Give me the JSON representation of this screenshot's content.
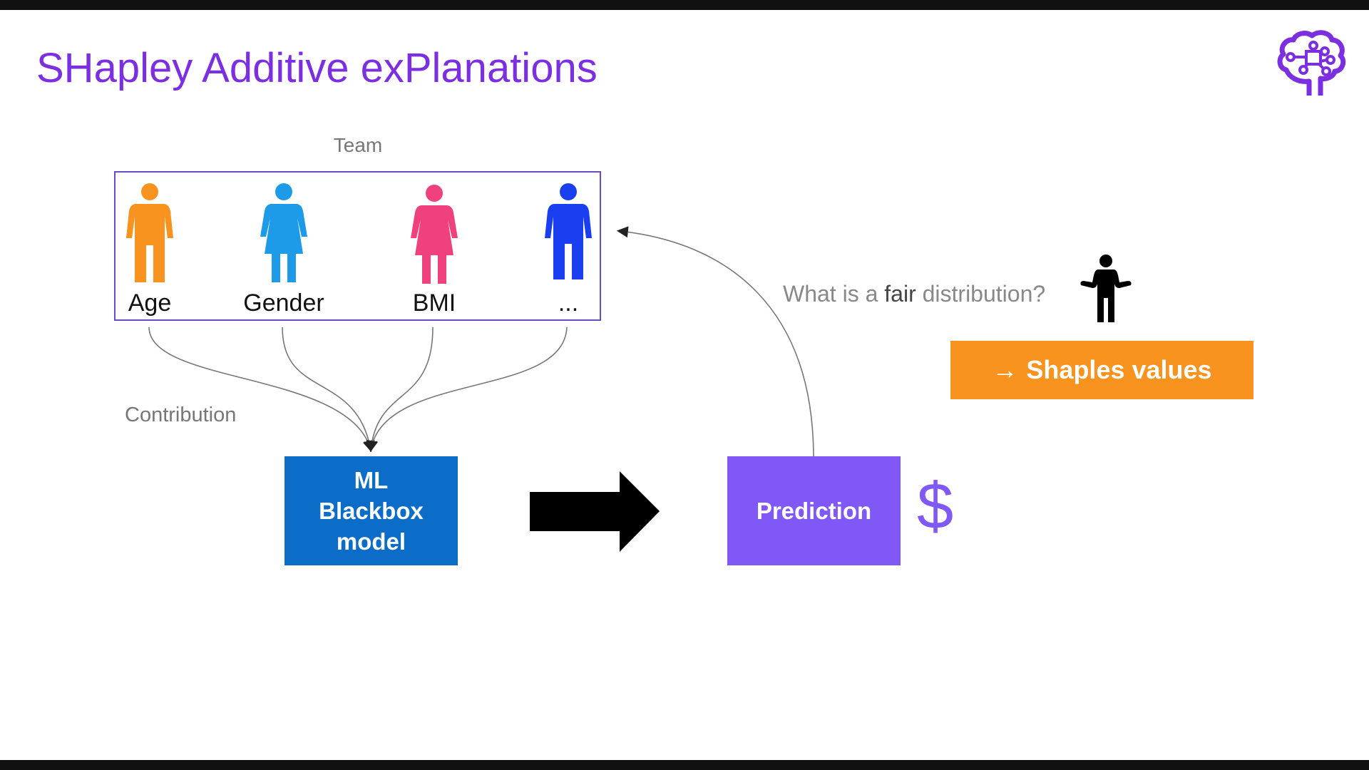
{
  "title": "SHapley Additive exPlanations",
  "team": {
    "label": "Team",
    "members": [
      {
        "label": "Age",
        "color": "#f7931e"
      },
      {
        "label": "Gender",
        "color": "#1e9be8"
      },
      {
        "label": "BMI",
        "color": "#f0417f"
      },
      {
        "label": "...",
        "color": "#1a3ff0"
      }
    ]
  },
  "contribution_label": "Contribution",
  "model_box": {
    "lines": [
      "ML",
      "Blackbox",
      "model"
    ],
    "color": "#0b6dc8"
  },
  "prediction_box": {
    "label": "Prediction",
    "color": "#8058f5"
  },
  "dollar_symbol": "$",
  "question": {
    "before": "What is a ",
    "emphasis": "fair",
    "after": " distribution?"
  },
  "shapley_button": {
    "arrow": "→",
    "label": "Shaples values",
    "color": "#f7931e"
  },
  "logo": "brain-circuit-icon"
}
